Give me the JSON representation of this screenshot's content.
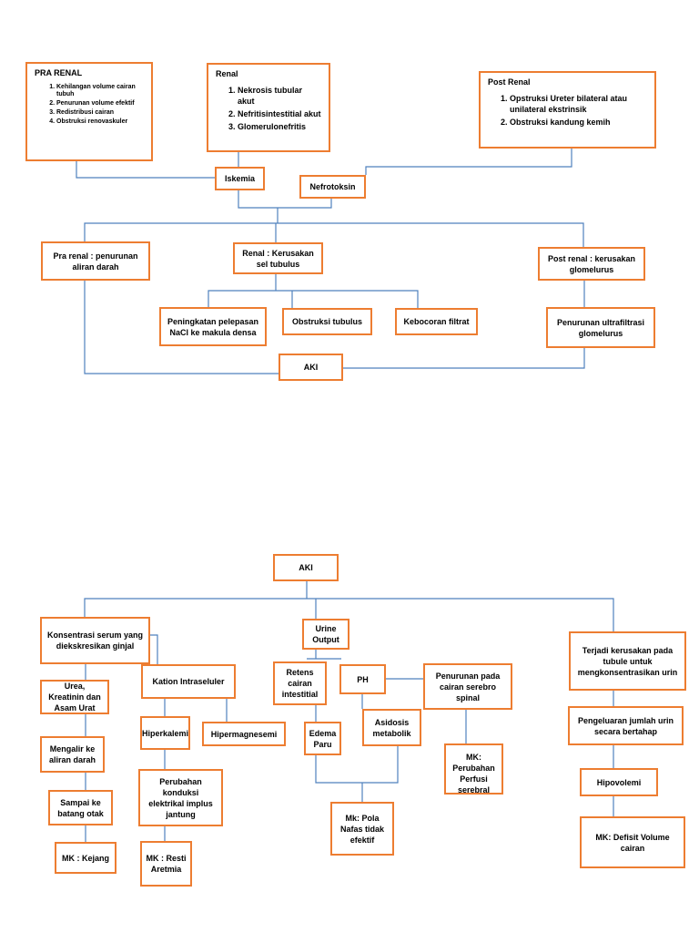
{
  "colors": {
    "box_border": "#ED7D31",
    "connector": "#4F81BD"
  },
  "top": {
    "pra_renal_causes": {
      "title": "PRA RENAL",
      "items": [
        "Kehilangan volume cairan tubuh",
        "Penurunan volume efektif",
        "Redistribusi cairan",
        "Obstruksi renovaskuler"
      ]
    },
    "renal_causes": {
      "title": "Renal",
      "items": [
        "Nekrosis tubular akut",
        "Nefritisintestitial akut",
        "Glomerulonefritis"
      ]
    },
    "post_renal_causes": {
      "title": "Post Renal",
      "items": [
        "Opstruksi Ureter bilateral atau unilateral ekstrinsik",
        "Obstruksi kandung kemih"
      ]
    },
    "iskemia": "Iskemia",
    "nefrotoksin": "Nefrotoksin",
    "pra_renal_effect": "Pra renal : penurunan aliran darah",
    "renal_effect": "Renal : Kerusakan sel tubulus",
    "post_renal_effect": "Post renal : kerusakan glomelurus",
    "nacl": "Peningkatan pelepasan NaCl ke makula densa",
    "obstruksi_tubulus": "Obstruksi tubulus",
    "kebocoran": "Kebocoran filtrat",
    "ultrafiltrasi": "Penurunan ultrafiltrasi glomelurus",
    "aki": "AKI"
  },
  "bottom": {
    "aki": "AKI",
    "konsentrasi": "Konsentrasi serum yang diekskresikan ginjal",
    "urea": "Urea, Kreatinin dan Asam Urat",
    "mengalir": "Mengalir ke aliran darah",
    "sampai": "Sampai ke batang otak",
    "mk_kejang": "MK : Kejang",
    "kation": "Kation Intraseluler",
    "hiperkalemi": "Hiperkalemi",
    "hipermagnesemi": "Hipermagnesemi",
    "perubahan_konduksi": "Perubahan konduksi elektrikal implus jantung",
    "mk_aretmia": "MK : Resti Aretmia",
    "urine_output": "Urine Output",
    "retens": "Retens cairan intestitial",
    "ph": "PH",
    "penurunan_cairan": "Penurunan pada cairan serebro spinal",
    "edema": "Edema Paru",
    "asidosis": "Asidosis metabolik",
    "mk_pola_nafas": "Mk: Pola Nafas tidak efektif",
    "mk_perfusi": "MK: Perubahan Perfusi serebral",
    "terjadi": "Terjadi kerusakan pada tubule untuk mengkonsentrasikan urin",
    "pengeluaran": "Pengeluaran jumlah urin secara bertahap",
    "hipovolemi": "Hipovolemi",
    "mk_defisit": "MK: Defisit Volume cairan"
  }
}
